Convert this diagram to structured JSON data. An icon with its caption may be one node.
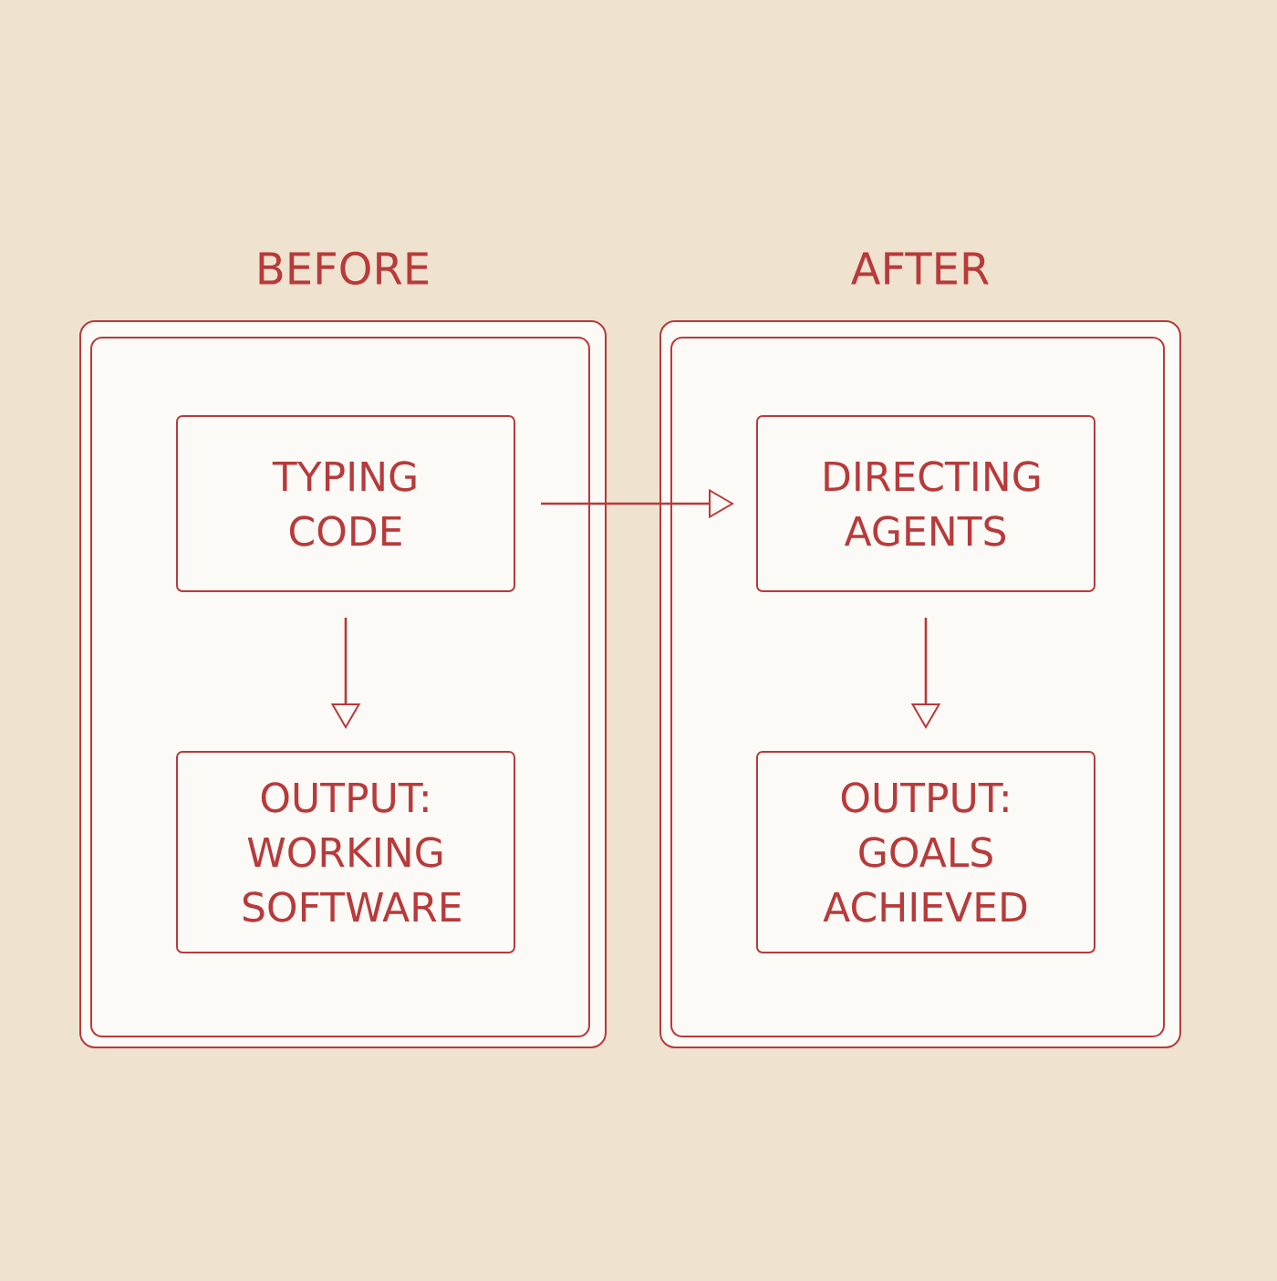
{
  "diagram": {
    "nodes": [
      {
        "text": [
          "BEFORE"
        ]
      },
      {
        "text": [
          "TYPING CODE"
        ],
        "in": 0
      },
      {
        "text": [
          "OUTPUT: WORKING SOFTWARE"
        ],
        "in": 0
      },
      {
        "text": [
          "AFTER"
        ]
      },
      {
        "text": [
          "DIRECTING AGENTS"
        ],
        "in": 3
      },
      {
        "text": [
          "OUTPUT: GOALS ACHIEVED"
        ],
        "in": 3
      }
    ],
    "edges": [
      {
        "from": 1,
        "to": 4,
        "arrow": "to"
      },
      {
        "from": 1,
        "to": 2,
        "arrow": "to"
      },
      {
        "from": 4,
        "to": 5,
        "arrow": "to"
      }
    ]
  }
}
